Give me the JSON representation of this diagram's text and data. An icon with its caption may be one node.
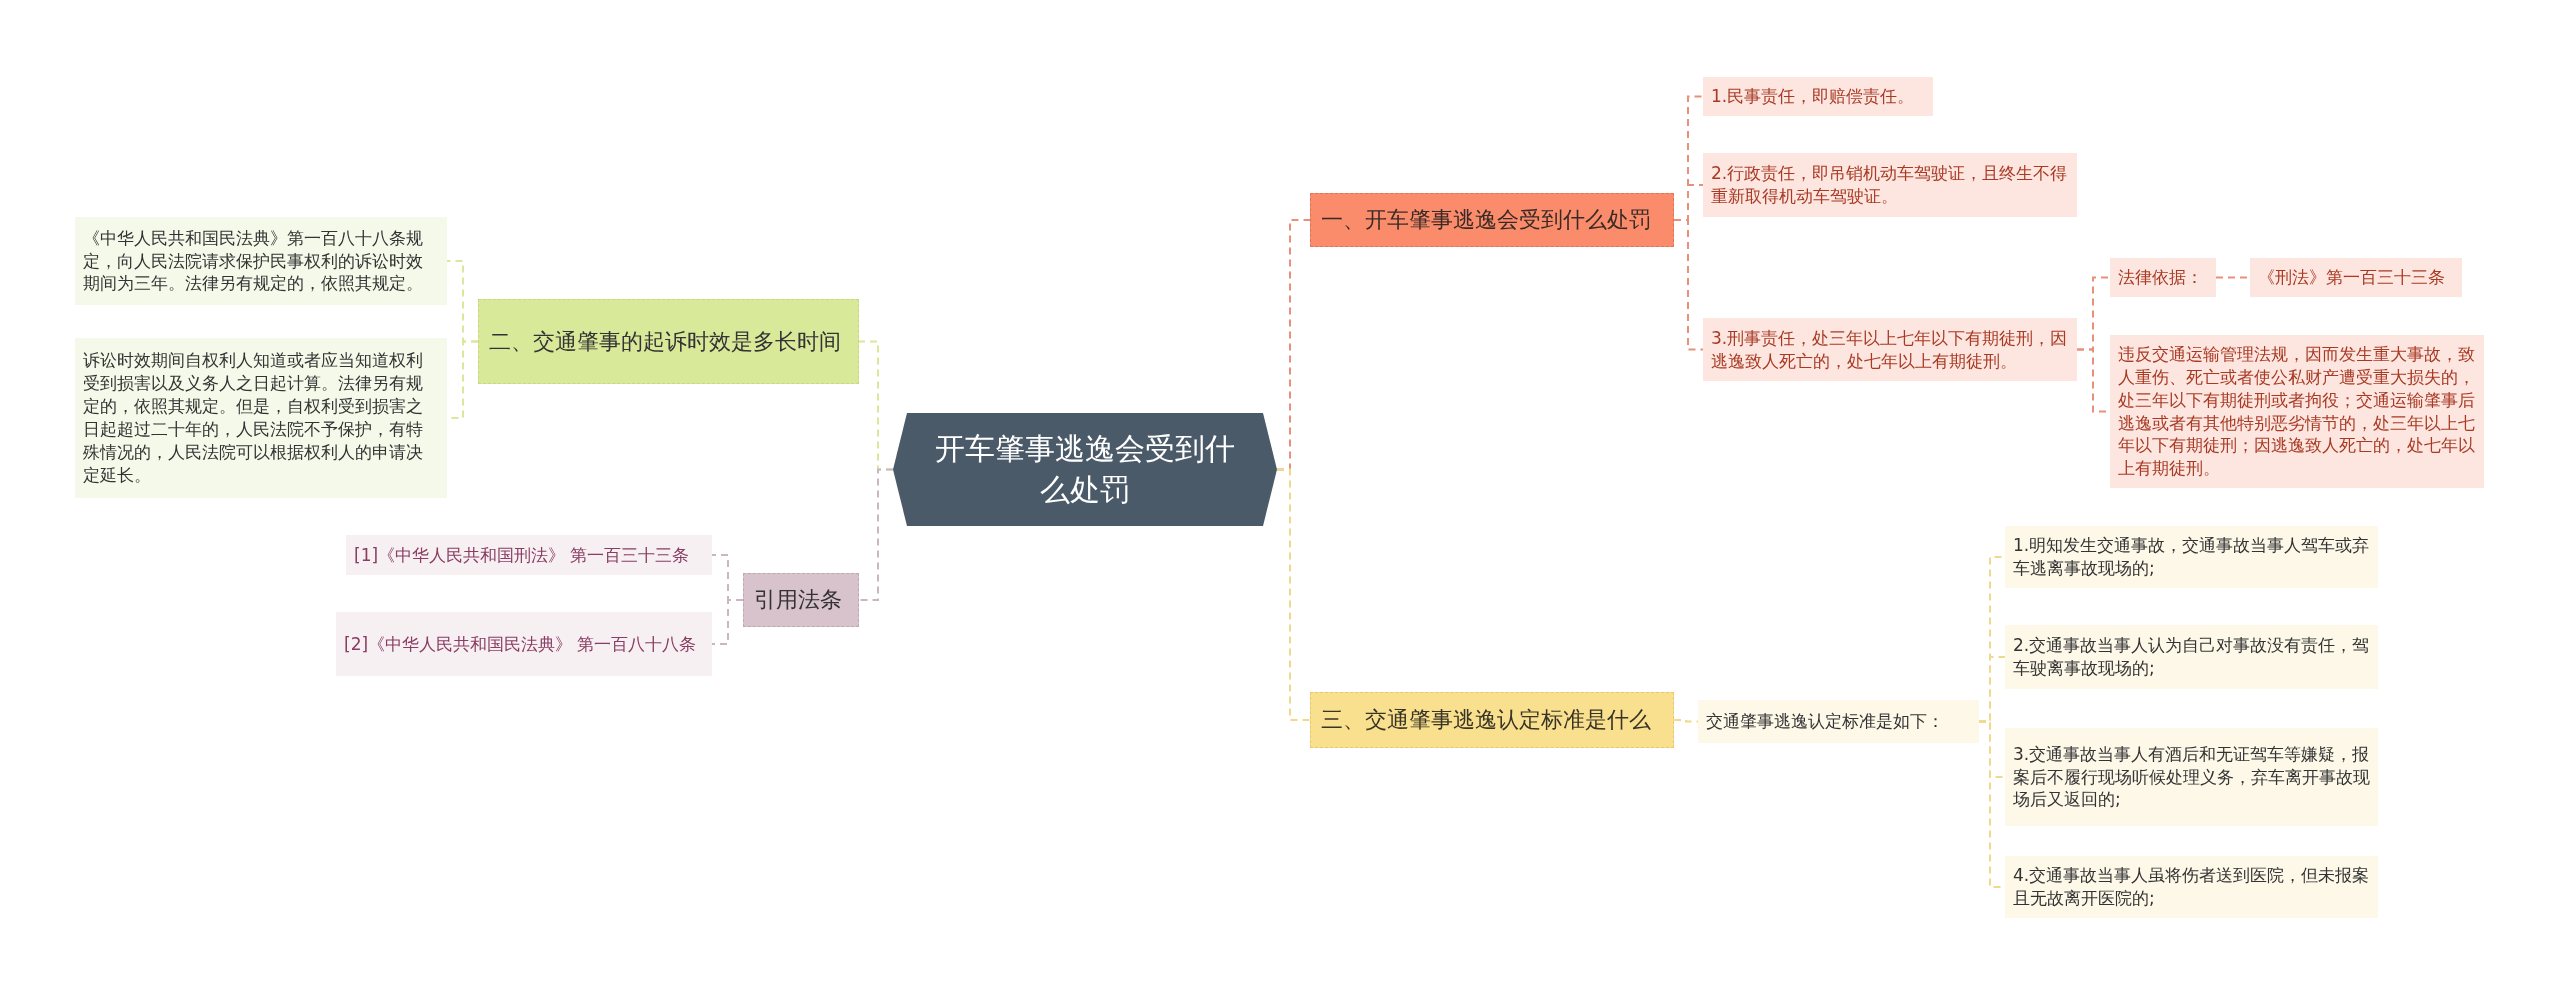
{
  "diagram": {
    "nodes": [
      {
        "text": [
          "开车肇事逃逸会受到什么处罚"
        ]
      },
      {
        "text": [
          "一、开车肇事逃逸会受到什么处罚"
        ]
      },
      {
        "text": [
          "1.民事责任，即赔偿责任。"
        ]
      },
      {
        "text": [
          "2.行政责任，即吊销机动车驾驶证，且终生不得重新取得机动车驾驶证。"
        ]
      },
      {
        "text": [
          "3.刑事责任，处三年以上七年以下有期徒刑，因逃逸致人死亡的，处七年以上有期徒刑。"
        ]
      },
      {
        "text": [
          "法律依据："
        ]
      },
      {
        "text": [
          "《刑法》第一百三十三条"
        ]
      },
      {
        "text": [
          "违反交通运输管理法规，因而发生重大事故，致人重伤、死亡或者使公私财产遭受重大损失的，处三年以下有期徒刑或者拘役；交通运输肇事后逃逸或者有其他特别恶劣情节的，处三年以上七年以下有期徒刑；因逃逸致人死亡的，处七年以上有期徒刑。"
        ]
      },
      {
        "text": [
          "三、交通肇事逃逸认定标准是什么"
        ]
      },
      {
        "text": [
          "交通肇事逃逸认定标准是如下："
        ]
      },
      {
        "text": [
          "1.明知发生交通事故，交通事故当事人驾车或弃车逃离事故现场的;"
        ]
      },
      {
        "text": [
          "2.交通事故当事人认为自己对事故没有责任，驾车驶离事故现场的;"
        ]
      },
      {
        "text": [
          "3.交通事故当事人有酒后和无证驾车等嫌疑，报案后不履行现场听候处理义务，弃车离开事故现场后又返回的;"
        ]
      },
      {
        "text": [
          "4.交通事故当事人虽将伤者送到医院，但未报案且无故离开医院的;"
        ]
      },
      {
        "text": [
          "二、交通肇事的起诉时效是多长时间"
        ]
      },
      {
        "text": [
          "《中华人民共和国民法典》第一百八十八条规定，向人民法院请求保护民事权利的诉讼时效期间为三年。法律另有规定的，依照其规定。"
        ]
      },
      {
        "text": [
          "诉讼时效期间自权利人知道或者应当知道权利受到损害以及义务人之日起计算。法律另有规定的，依照其规定。但是，自权利受到损害之日起超过二十年的，人民法院不予保护，有特殊情况的，人民法院可以根据权利人的申请决定延长。"
        ]
      },
      {
        "text": [
          "引用法条"
        ]
      },
      {
        "text": [
          "[1]《中华人民共和国刑法》 第一百三十三条"
        ]
      },
      {
        "text": [
          "[2]《中华人民共和国民法典》 第一百八十八条"
        ]
      }
    ],
    "edges": [
      {
        "from": 0,
        "to": 1,
        "arrow": "none",
        "style": "dashed",
        "color": "#e8907a"
      },
      {
        "from": 1,
        "to": 2,
        "arrow": "none",
        "style": "dashed",
        "color": "#e8907a"
      },
      {
        "from": 1,
        "to": 3,
        "arrow": "none",
        "style": "dashed",
        "color": "#e8907a"
      },
      {
        "from": 1,
        "to": 4,
        "arrow": "none",
        "style": "dashed",
        "color": "#e8907a"
      },
      {
        "from": 4,
        "to": 5,
        "arrow": "none",
        "style": "dashed",
        "color": "#e8907a"
      },
      {
        "from": 5,
        "to": 6,
        "arrow": "none",
        "style": "dashed",
        "color": "#e8907a"
      },
      {
        "from": 4,
        "to": 7,
        "arrow": "none",
        "style": "dashed",
        "color": "#e8907a"
      },
      {
        "from": 0,
        "to": 8,
        "arrow": "none",
        "style": "dashed",
        "color": "#f0d98a"
      },
      {
        "from": 8,
        "to": 9,
        "arrow": "none",
        "style": "dashed",
        "color": "#f0d98a"
      },
      {
        "from": 9,
        "to": 10,
        "arrow": "none",
        "style": "dashed",
        "color": "#f0d98a"
      },
      {
        "from": 9,
        "to": 11,
        "arrow": "none",
        "style": "dashed",
        "color": "#f0d98a"
      },
      {
        "from": 9,
        "to": 12,
        "arrow": "none",
        "style": "dashed",
        "color": "#f0d98a"
      },
      {
        "from": 9,
        "to": 13,
        "arrow": "none",
        "style": "dashed",
        "color": "#f0d98a"
      },
      {
        "from": 0,
        "to": 14,
        "arrow": "none",
        "style": "dashed",
        "color": "#d9e89a"
      },
      {
        "from": 14,
        "to": 15,
        "arrow": "none",
        "style": "dashed",
        "color": "#d9e89a"
      },
      {
        "from": 14,
        "to": 16,
        "arrow": "none",
        "style": "dashed",
        "color": "#d9e89a"
      },
      {
        "from": 0,
        "to": 17,
        "arrow": "none",
        "style": "dashed",
        "color": "#c9b6c0"
      },
      {
        "from": 17,
        "to": 18,
        "arrow": "none",
        "style": "dashed",
        "color": "#c9b6c0"
      },
      {
        "from": 17,
        "to": 19,
        "arrow": "none",
        "style": "dashed",
        "color": "#c9b6c0"
      }
    ]
  }
}
